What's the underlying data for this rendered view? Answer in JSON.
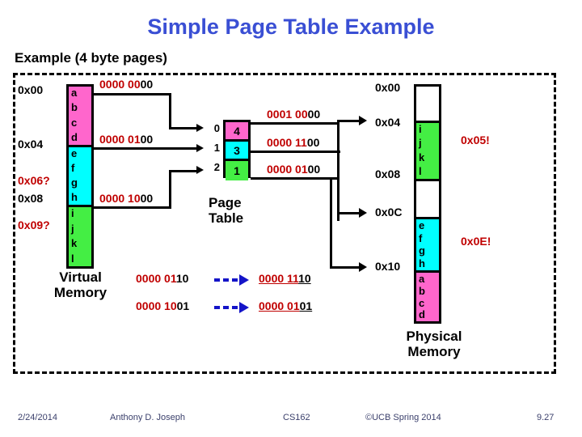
{
  "slide": {
    "title": "Simple Page Table Example",
    "subtitle": "Example (4 byte pages)"
  },
  "colors": {
    "title": "#3A4FD4",
    "red": "#C00000",
    "blue_arrow": "#1414C8",
    "page_a": "#FF66CC",
    "page_b": "#00FFFF",
    "page_c": "#44EE44",
    "empty": "#FFFFFF",
    "outline": "#000000"
  },
  "virtual_memory": {
    "caption_line1": "Virtual",
    "caption_line2": "Memory",
    "cells": [
      {
        "letters": [
          "a",
          "b",
          "c",
          "d"
        ],
        "color": "#FF66CC"
      },
      {
        "letters": [
          "e",
          "f",
          "g",
          "h"
        ],
        "color": "#00FFFF"
      },
      {
        "letters": [
          "i",
          "j",
          "k",
          "l"
        ],
        "color": "#44EE44"
      }
    ],
    "addresses": [
      {
        "label": "0x00",
        "highlight": false
      },
      {
        "label": "0x04",
        "highlight": false
      },
      {
        "label": "0x06?",
        "highlight": true
      },
      {
        "label": "0x08",
        "highlight": false
      },
      {
        "label": "0x09?",
        "highlight": true
      }
    ],
    "binaries": [
      {
        "red": "0000 00",
        "black": "00"
      },
      {
        "red": "0000 01",
        "black": "00"
      },
      {
        "red": "0000 10",
        "black": "00"
      }
    ]
  },
  "page_table": {
    "caption_line1": "Page",
    "caption_line2": "Table",
    "indices": [
      "0",
      "1",
      "2"
    ],
    "entries": [
      {
        "index": "0",
        "value": "4",
        "color": "#FF66CC"
      },
      {
        "index": "1",
        "value": "3",
        "color": "#00FFFF"
      },
      {
        "index": "2",
        "value": "1",
        "color": "#44EE44"
      }
    ],
    "binaries": [
      {
        "red": "0001 00",
        "black": "00"
      },
      {
        "red": "0000 11",
        "black": "00"
      },
      {
        "red": "0000 01",
        "black": "00"
      }
    ]
  },
  "physical_memory": {
    "caption_line1": "Physical",
    "caption_line2": "Memory",
    "cells": [
      {
        "letters": [
          "",
          "",
          "",
          ""
        ],
        "color": "#FFFFFF"
      },
      {
        "letters": [
          "i",
          "j",
          "k",
          "l"
        ],
        "color": "#44EE44"
      },
      {
        "letters": [
          "",
          "",
          "",
          ""
        ],
        "color": "#FFFFFF"
      },
      {
        "letters": [
          "e",
          "f",
          "g",
          "h"
        ],
        "color": "#00FFFF"
      },
      {
        "letters": [
          "a",
          "b",
          "c",
          "d"
        ],
        "color": "#FF66CC"
      }
    ],
    "addresses": [
      {
        "label": "0x00",
        "arrow": false
      },
      {
        "label": "0x04",
        "arrow": true
      },
      {
        "label": "0x08",
        "arrow": false
      },
      {
        "label": "0x0C",
        "arrow": true
      },
      {
        "label": "0x10",
        "arrow": true
      }
    ],
    "annotations": [
      {
        "label": "0x05!"
      },
      {
        "label": "0x0E!"
      }
    ]
  },
  "translations": [
    {
      "source": {
        "red": "0000 01",
        "black": "10"
      },
      "result": {
        "red": "0000 11",
        "black": "10"
      }
    },
    {
      "source": {
        "red": "0000 10",
        "black": "01"
      },
      "result": {
        "red": "0000 01",
        "black": "01"
      }
    }
  ],
  "footer": {
    "date": "2/24/2014",
    "author": "Anthony D. Joseph",
    "course": "CS162",
    "copyright": "©UCB Spring 2014",
    "page": "9.27"
  }
}
